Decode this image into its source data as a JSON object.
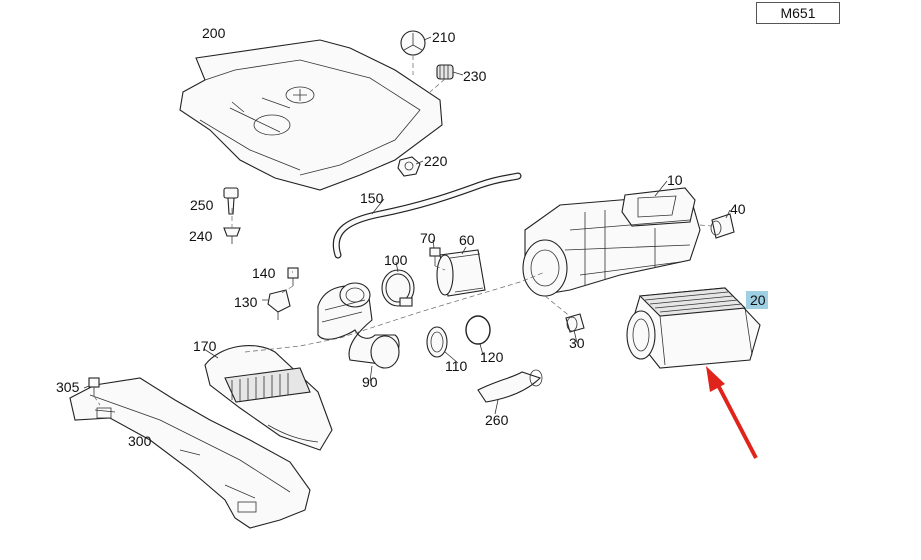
{
  "diagram_code": "M651",
  "highlight_color": "#9ecfe3",
  "arrow_color": "#e0241b",
  "labels": {
    "l10": "10",
    "l20": "20",
    "l30": "30",
    "l40": "40",
    "l60": "60",
    "l70": "70",
    "l90": "90",
    "l100": "100",
    "l110": "110",
    "l120": "120",
    "l130": "130",
    "l140": "140",
    "l150": "150",
    "l170": "170",
    "l200": "200",
    "l210": "210",
    "l220": "220",
    "l230": "230",
    "l240": "240",
    "l250": "250",
    "l260": "260",
    "l300": "300",
    "l305": "305"
  }
}
